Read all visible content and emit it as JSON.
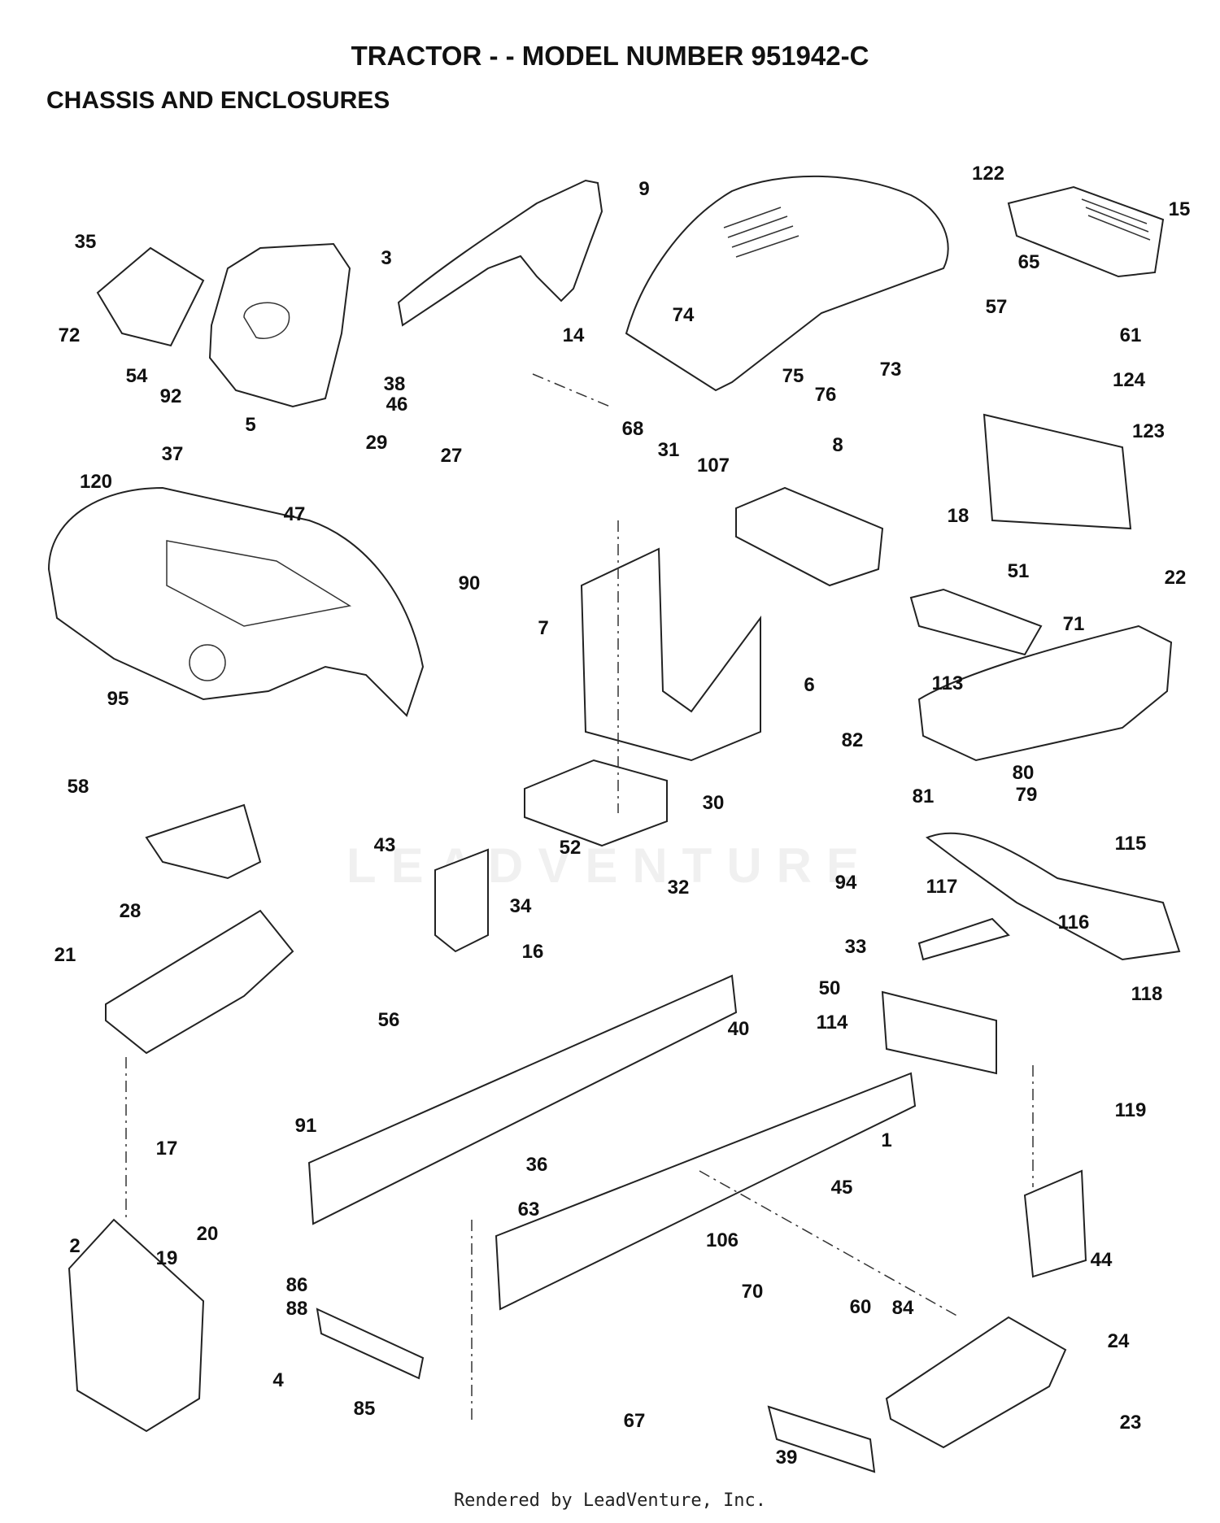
{
  "header": {
    "title": "TRACTOR - - MODEL NUMBER 951942-C",
    "subtitle": "CHASSIS AND ENCLOSURES"
  },
  "footer": {
    "credit": "Rendered by LeadVenture, Inc."
  },
  "watermark": {
    "text": "LEADVENTURE"
  },
  "colors": {
    "ink": "#222222",
    "background": "#ffffff"
  },
  "callouts": [
    "1",
    "2",
    "3",
    "4",
    "5",
    "6",
    "7",
    "8",
    "9",
    "14",
    "15",
    "16",
    "17",
    "18",
    "19",
    "20",
    "21",
    "22",
    "23",
    "24",
    "27",
    "28",
    "29",
    "30",
    "31",
    "32",
    "33",
    "34",
    "35",
    "36",
    "37",
    "38",
    "39",
    "40",
    "43",
    "44",
    "45",
    "46",
    "47",
    "50",
    "51",
    "52",
    "54",
    "56",
    "57",
    "58",
    "60",
    "61",
    "63",
    "65",
    "67",
    "68",
    "70",
    "71",
    "72",
    "73",
    "74",
    "75",
    "76",
    "79",
    "80",
    "81",
    "82",
    "84",
    "85",
    "86",
    "88",
    "90",
    "91",
    "92",
    "94",
    "95",
    "106",
    "107",
    "113",
    "114",
    "115",
    "116",
    "117",
    "118",
    "119",
    "120",
    "122",
    "123",
    "124"
  ]
}
